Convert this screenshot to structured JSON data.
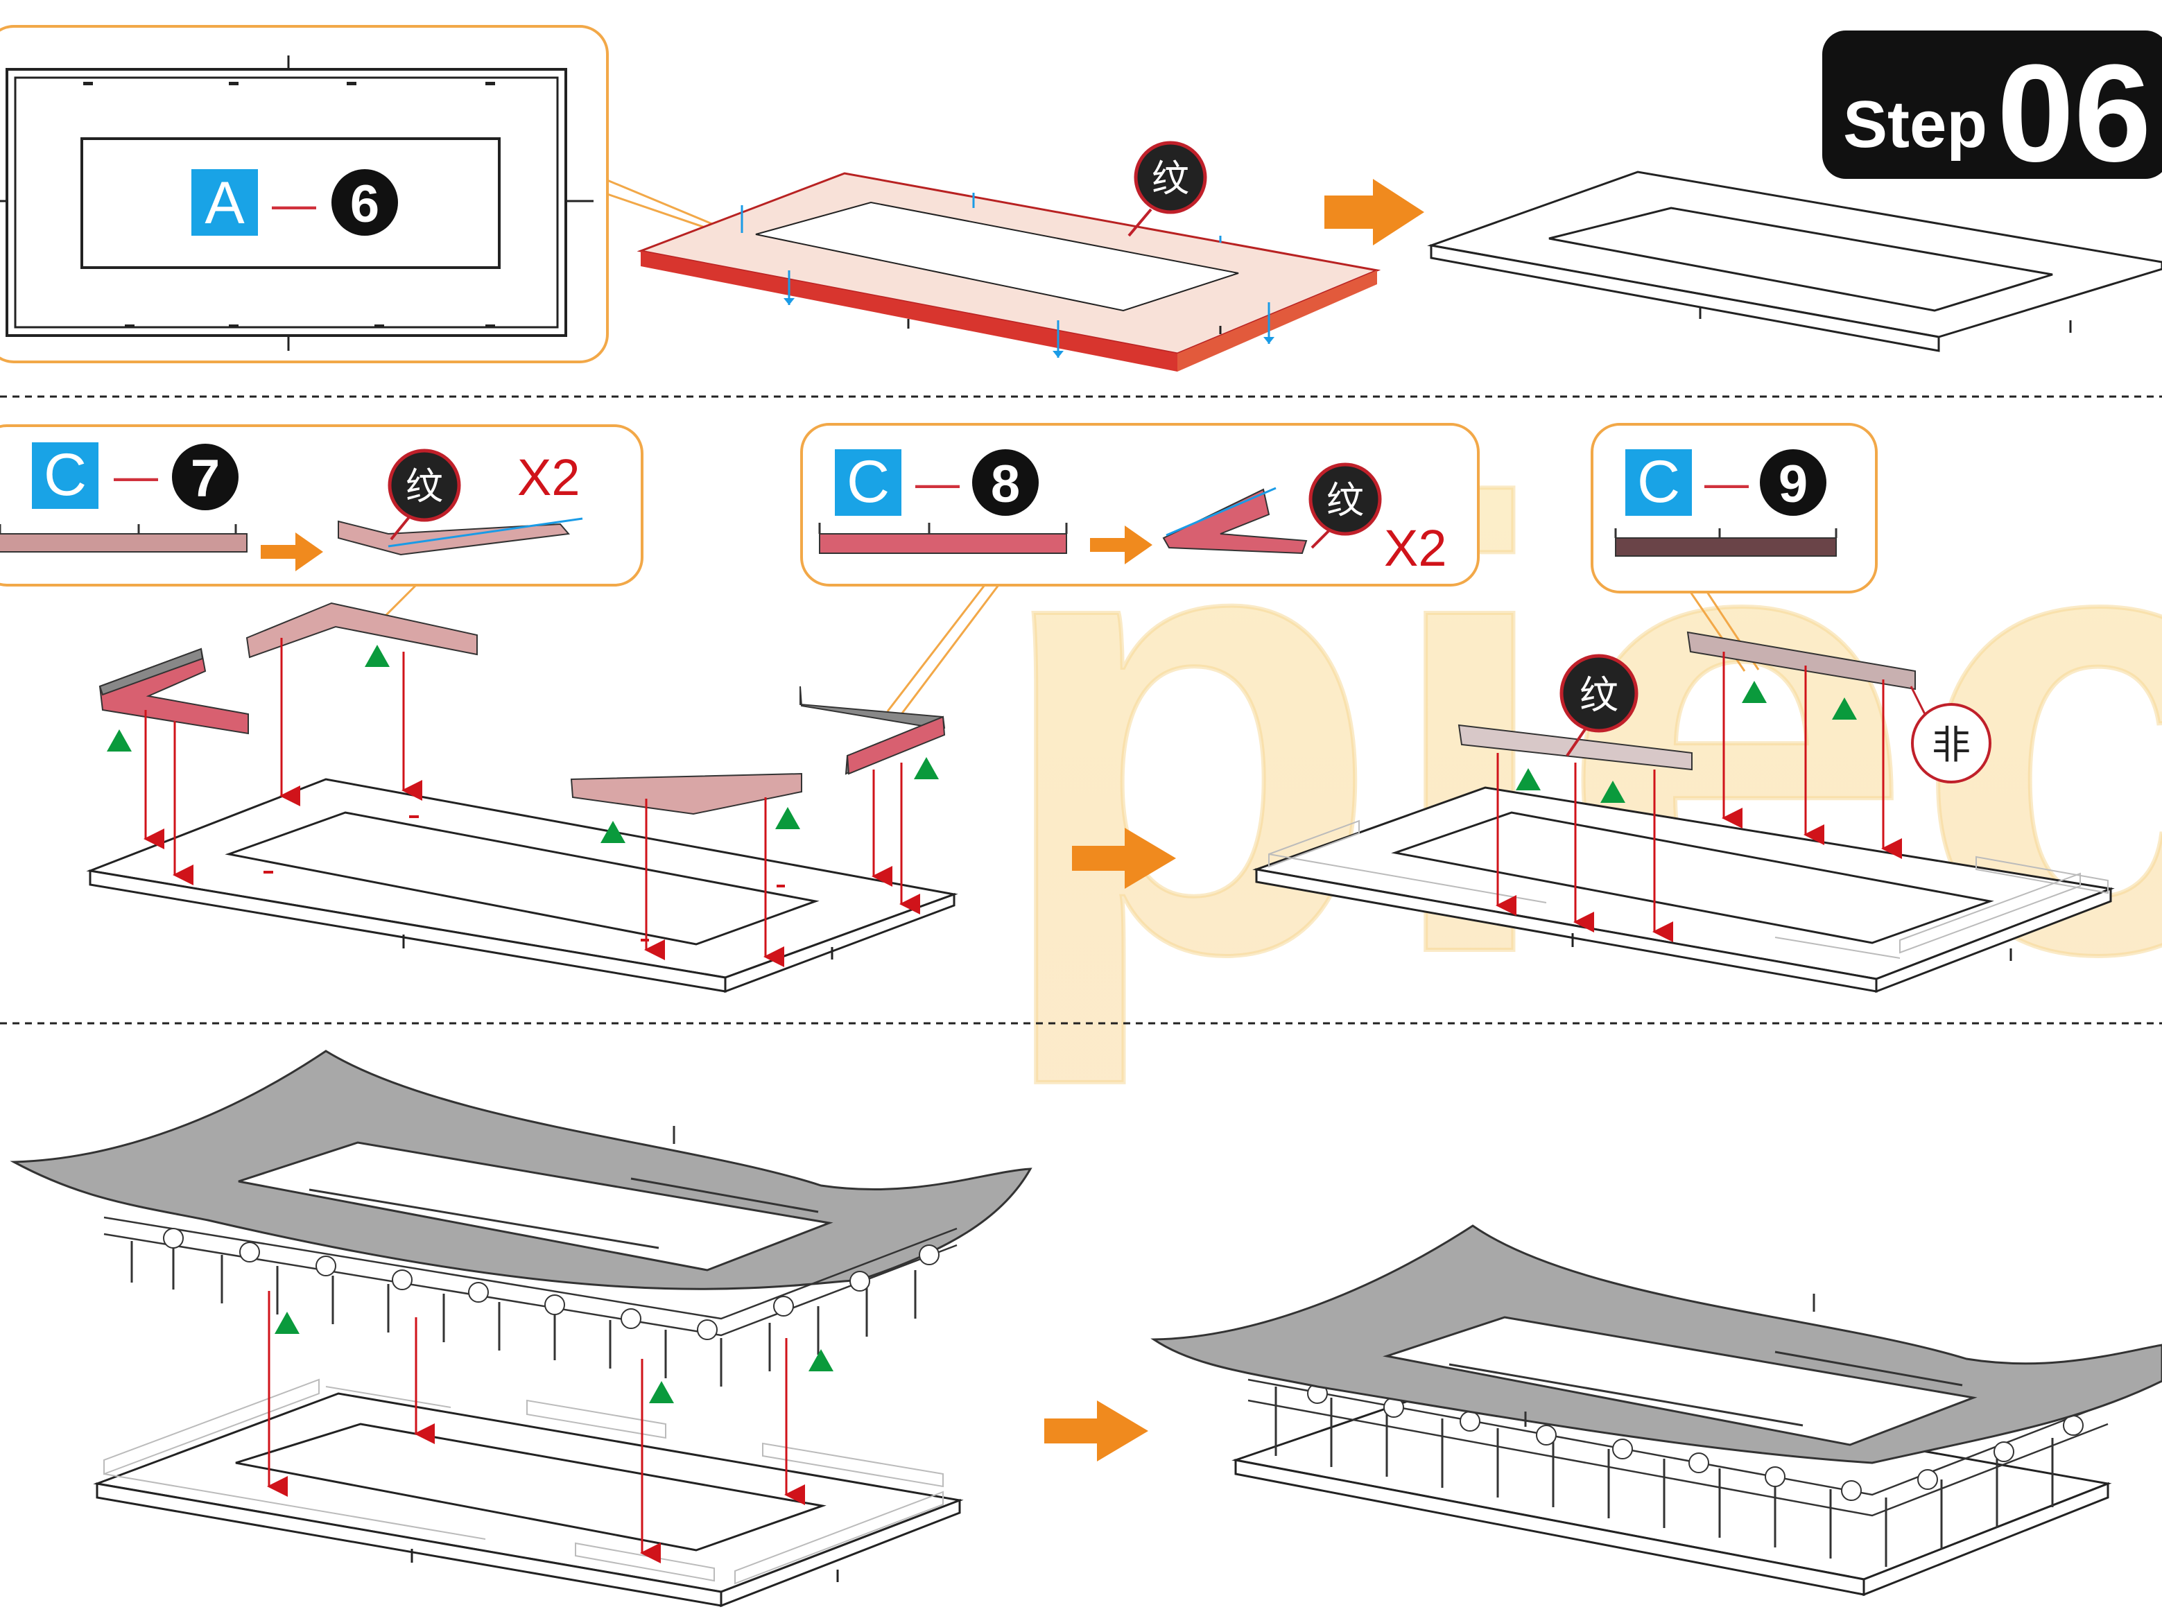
{
  "step": {
    "word": "Step",
    "number": "06"
  },
  "parts": [
    {
      "letter": "A",
      "dash": "—",
      "number": "6"
    },
    {
      "letter": "C",
      "dash": "—",
      "number": "7"
    },
    {
      "letter": "C",
      "dash": "—",
      "number": "8"
    },
    {
      "letter": "C",
      "dash": "—",
      "number": "9"
    }
  ],
  "markers": {
    "texture": "纹",
    "reverse": "非",
    "times": "X2"
  },
  "watermark": "piec",
  "colors": {
    "accent_orange": "#f08a1e",
    "callout_border": "#f2a848",
    "part_blue": "#19a3e6",
    "part_red": "#d0313c",
    "arrow_red": "#d0131a",
    "arrow_blue": "#1a9be6",
    "triangle_green": "#0a9a3c",
    "roof_gray": "#a8a8a8"
  }
}
